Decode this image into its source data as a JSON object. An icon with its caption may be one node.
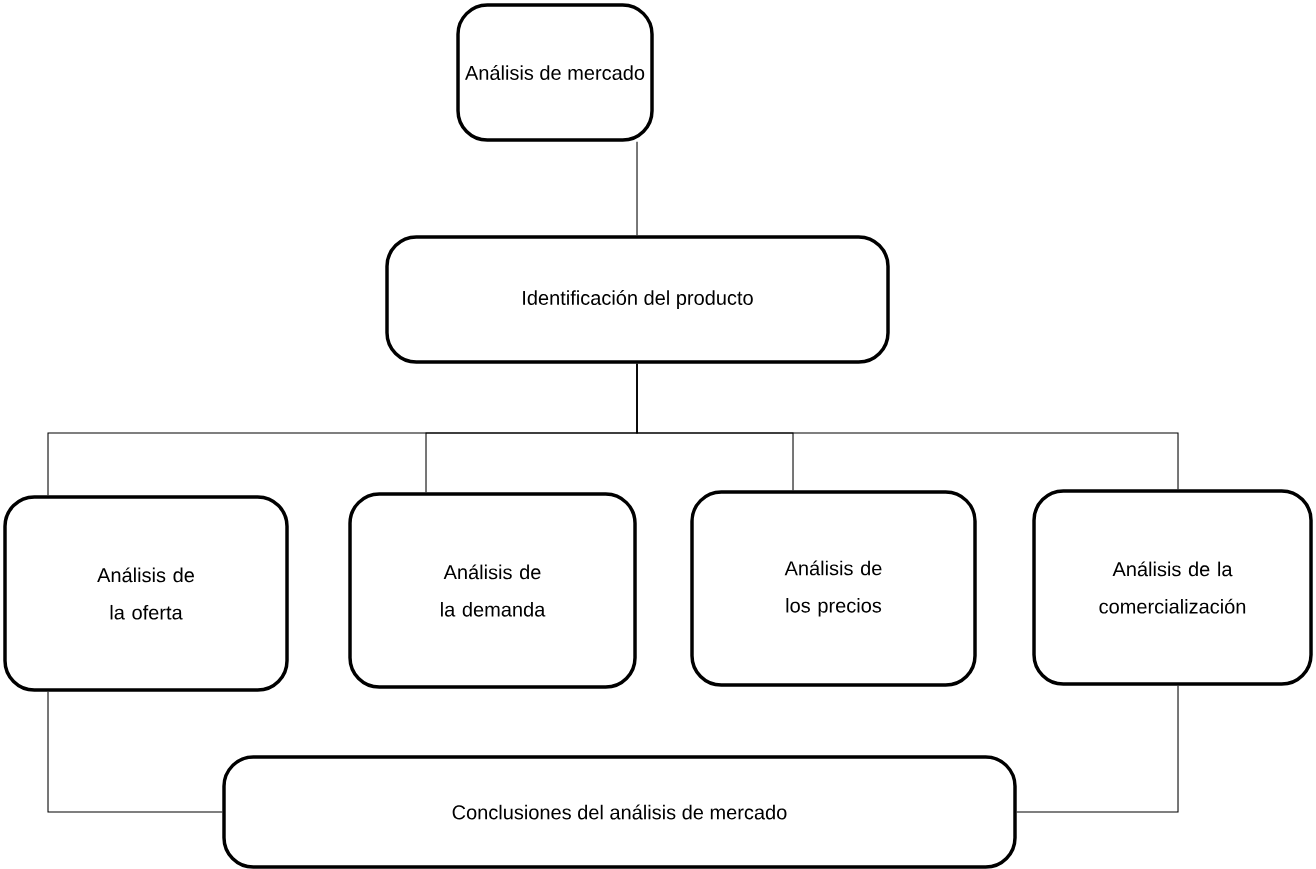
{
  "diagram": {
    "nodes": [
      {
        "text": [
          "Análisis de mercado"
        ]
      },
      {
        "text": [
          "Identificación del producto"
        ]
      },
      {
        "text": [
          "Análisis de la oferta"
        ]
      },
      {
        "text": [
          "Análisis de la demanda"
        ]
      },
      {
        "text": [
          "Análisis de los precios"
        ]
      },
      {
        "text": [
          "Análisis de la comercialización"
        ]
      },
      {
        "text": [
          "Conclusiones del análisis de mercado"
        ]
      }
    ],
    "edges": [
      {
        "from": 0,
        "to": 1,
        "arrow": "none"
      },
      {
        "from": 1,
        "to": 2,
        "arrow": "none"
      },
      {
        "from": 1,
        "to": 3,
        "arrow": "none"
      },
      {
        "from": 1,
        "to": 4,
        "arrow": "none"
      },
      {
        "from": 1,
        "to": 5,
        "arrow": "none"
      },
      {
        "from": 2,
        "to": 6,
        "arrow": "none"
      },
      {
        "from": 5,
        "to": 6,
        "arrow": "none"
      }
    ]
  }
}
